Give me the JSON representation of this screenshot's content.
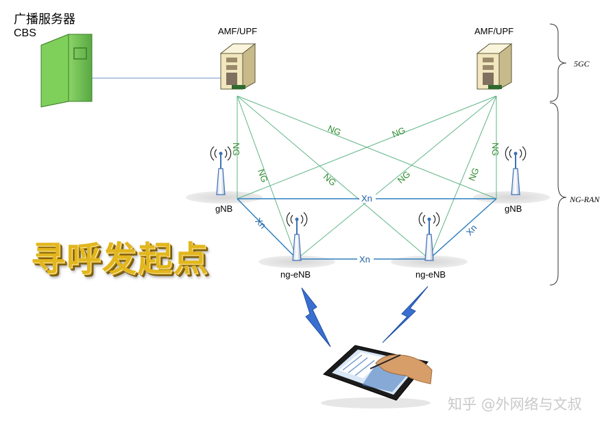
{
  "cbs": {
    "title": "广播服务器",
    "subtitle": "CBS"
  },
  "core": {
    "left_label": "AMF/UPF",
    "right_label": "AMF/UPF"
  },
  "ran": {
    "gnb_left": "gNB",
    "gnb_right": "gNB",
    "enb_left": "ng-eNB",
    "enb_right": "ng-eNB"
  },
  "links": {
    "ng": "NG",
    "xn": "Xn"
  },
  "braces": {
    "core": "5GC",
    "ran": "NG-RAN"
  },
  "overlay_title": "寻呼发起点",
  "watermark": "知乎 @外网络与文叔",
  "colors": {
    "ng_line": "#5fb486",
    "ng_text": "#2e8b2e",
    "xn_line": "#2f7fbf",
    "xn_text": "#1d5fa3",
    "server_green": "#6cc24a",
    "title_gold": "#e2b61e",
    "lightning": "#3a6fd1"
  }
}
